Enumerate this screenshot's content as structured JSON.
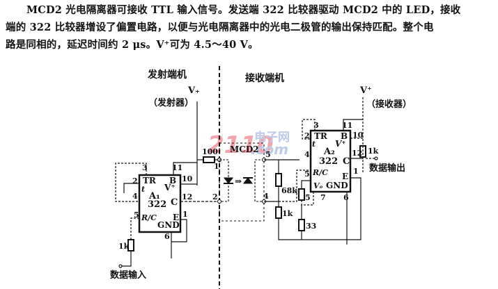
{
  "description": {
    "lines": [
      "MCD2 光电隔离器可接收 TTL 输入信号。发送端 322 比较器驱动 MCD2 中的 LED，接收",
      "端的 322 比较器增设了偏置电路，以便与光电隔离器中的光电二极管的输出保持匹配。整个电",
      "路是同相的，延迟时间约 2 μs。V⁺可为 4.5～40 V。"
    ]
  },
  "diagram": {
    "transmitter": {
      "section_title": "发射端机",
      "supply_label": "V₊",
      "supply_note": "（发射器）",
      "chip": {
        "designator": "A₁",
        "part": "322",
        "pin_labels": {
          "tr": "TR",
          "b": "B",
          "vplus": "V⁺",
          "c": "C",
          "rc": "R/C",
          "e": "E",
          "gnd": "GND",
          "t": "t"
        },
        "pins": {
          "p1": "1",
          "p2": "2",
          "p3": "3",
          "p4": "4",
          "p5": "5",
          "p6": "6",
          "p10": "10",
          "p11": "11",
          "p12": "12"
        }
      },
      "input_resistor": "1k",
      "series_resistor": "100",
      "input_label": "数据输入"
    },
    "isolator": {
      "part": "MCD2",
      "pins": {
        "p1": "1",
        "p2": "2",
        "p4": "4",
        "p5": "5"
      },
      "arrow": "⇒"
    },
    "receiver": {
      "section_title": "接收端机",
      "supply_label": "V⁺",
      "supply_note": "（接收器）",
      "chip": {
        "designator": "A₂",
        "part": "322",
        "pin_labels": {
          "tr": "TR",
          "b": "B",
          "vplus": "V⁺",
          "c": "C",
          "rc": "R/C",
          "e": "E",
          "gnd": "GND",
          "vo": "Vₒ",
          "t": "t"
        },
        "pins": {
          "p1": "1",
          "p2": "2",
          "p3": "3",
          "p4": "4",
          "p5": "5",
          "p6": "6",
          "p7": "7",
          "p10": "10",
          "p11": "11",
          "p12": "12"
        }
      },
      "resistors": {
        "bias_top": "68k",
        "bias_bottom": "1k",
        "pin5": "5",
        "emitter": "33",
        "pullup": "1k"
      },
      "output_label": "数据输出"
    },
    "watermark": {
      "number": "2110",
      "cn": "电子网",
      "dom": ".com"
    }
  }
}
